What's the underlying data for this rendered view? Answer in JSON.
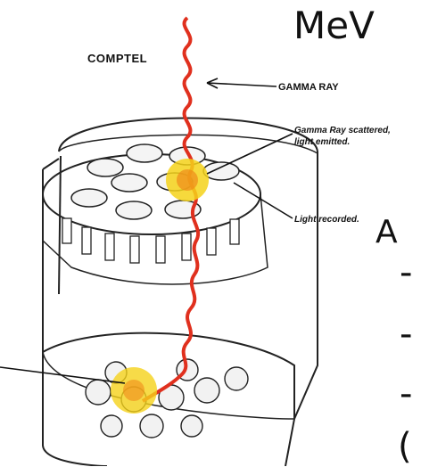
{
  "slide": {
    "title": "MeV",
    "text_fragments": {
      "a": "A",
      "dash1": "-",
      "dash2": "-",
      "dash3": "-",
      "paren": "("
    }
  },
  "diagram": {
    "name_label": "COMPTEL",
    "ray_label": "GAMMA RAY",
    "scatter_label_line1": "Gamma Ray scattered,",
    "scatter_label_line2": "light emitted.",
    "recorded_label": "Light recorded.",
    "colors": {
      "ray": "#e0301e",
      "flash": "#f5d21a",
      "ink": "#222222"
    }
  }
}
